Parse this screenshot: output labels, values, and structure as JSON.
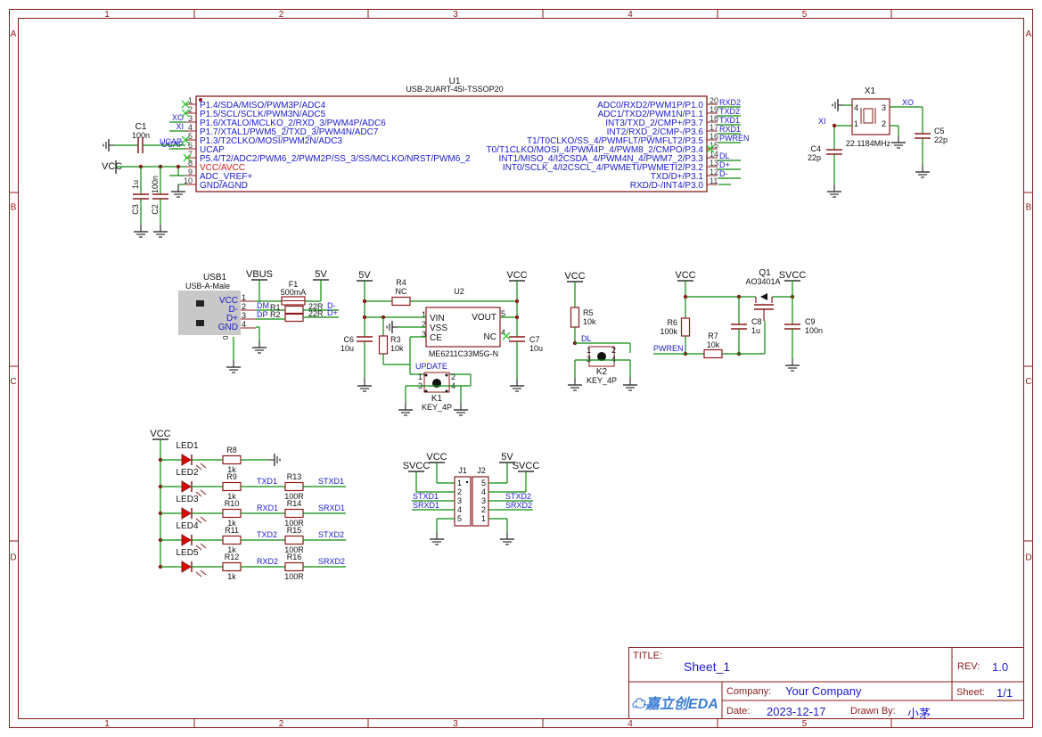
{
  "frame": {
    "cols": [
      "1",
      "2",
      "3",
      "4",
      "5"
    ],
    "rows": [
      "A",
      "B",
      "C",
      "D"
    ]
  },
  "u1": {
    "ref": "U1",
    "part": "USB-2UART-45I-TSSOP20",
    "left_pins": [
      {
        "num": "1",
        "name": "P1.4/SDA/MISO/PWM3P/ADC4",
        "net": ""
      },
      {
        "num": "2",
        "name": "P1.5/SCL/SCLK/PWM3N/ADC5",
        "net": ""
      },
      {
        "num": "3",
        "name": "P1.6/XTALO/MCLKO_2/RXD_3/PWM4P/ADC6",
        "net": "XO"
      },
      {
        "num": "4",
        "name": "P1.7/XTAL1/PWM5_2/TXD_3/PWM4N/ADC7",
        "net": "XI"
      },
      {
        "num": "5",
        "name": "P1.3/T2CLKO/MOSI/PWM2N/ADC3",
        "net": ""
      },
      {
        "num": "6",
        "name": "UCAP",
        "net": "UCAP"
      },
      {
        "num": "7",
        "name": "P5.4/T2/ADC2/PWM6_2/PWM2P/SS_3/SS/MCLKO/NRST/PWM6_2",
        "net": ""
      },
      {
        "num": "8",
        "name": "VCC/AVCC",
        "net": ""
      },
      {
        "num": "9",
        "name": "ADC_VREF+",
        "net": ""
      },
      {
        "num": "10",
        "name": "GND/AGND",
        "net": ""
      }
    ],
    "right_pins": [
      {
        "num": "20",
        "name": "ADC0/RXD2/PWM1P/P1.0",
        "net": "RXD2"
      },
      {
        "num": "19",
        "name": "ADC1/TXD2/PWM1N/P1.1",
        "net": "TXD2"
      },
      {
        "num": "18",
        "name": "INT3/TXD_2/CMP+/P3.7",
        "net": "TXD1"
      },
      {
        "num": "17",
        "name": "INT2/RXD_2/CMP-/P3.6",
        "net": "RXD1"
      },
      {
        "num": "16",
        "name": "T1/T0CLKO/SS_4/PWMFLT/PWMFLT2/P3.5",
        "net": "PWREN"
      },
      {
        "num": "15",
        "name": "T0/T1CLKO/MOSI_4/PWM4P_4/PWM8_2/CMPO/P3.4",
        "net": ""
      },
      {
        "num": "14",
        "name": "INT1/MISO_4/I2CSDA_4/PWM4N_4/PWM7_2/P3.3",
        "net": "DL"
      },
      {
        "num": "13",
        "name": "INT0/SCLK_4/I2CSCL_4/PWMETI/PWMETI2/P3.2",
        "net": "D+"
      },
      {
        "num": "12",
        "name": "TXD/D+/P3.1",
        "net": "D-"
      },
      {
        "num": "11",
        "name": "RXD/D-/INT4/P3.0",
        "net": ""
      }
    ]
  },
  "top_left": {
    "c1_ref": "C1",
    "c1_val": "100n",
    "ucap": "UCAP",
    "vcc": "VCC",
    "c3_ref": "C3",
    "c3_val": "1u",
    "c2_ref": "C2",
    "c2_val": "100n"
  },
  "crystal": {
    "ref": "X1",
    "val": "22.1184MHz",
    "xi": "XI",
    "xo": "XO",
    "pins": [
      "4",
      "3",
      "1",
      "2"
    ],
    "c4_ref": "C4",
    "c4_val": "22p",
    "c5_ref": "C5",
    "c5_val": "22p"
  },
  "usb": {
    "ref": "USB1",
    "part": "USB-A-Male",
    "pins": [
      {
        "name": "VCC",
        "num": "1"
      },
      {
        "name": "D-",
        "num": "2"
      },
      {
        "name": "D+",
        "num": "3"
      },
      {
        "name": "GND",
        "num": "4"
      }
    ],
    "shell": "0",
    "vbus": "VBUS",
    "v5": "5V",
    "f1_ref": "F1",
    "f1_val": "500mA",
    "dm": "DM",
    "dp": "DP",
    "r1": "R1",
    "r2": "R2",
    "r1_val": "22R",
    "r2_val": "22R",
    "dminus": "D-",
    "dplus": "D+"
  },
  "ldo": {
    "v5": "5V",
    "vcc": "VCC",
    "r4_ref": "R4",
    "r4_val": "NC",
    "u2": "U2",
    "pins": {
      "vin": "VIN",
      "vss": "VSS",
      "ce": "CE",
      "vout": "VOUT",
      "nc": "NC"
    },
    "pin_nums": {
      "vin": "1",
      "vss": "2",
      "ce": "3",
      "vout": "5",
      "nc": "4"
    },
    "part": "ME6211C33M5G-N",
    "c6_ref": "C6",
    "c6_val": "10u",
    "r3_ref": "R3",
    "r3_val": "10k",
    "c7_ref": "C7",
    "c7_val": "10u",
    "update": "UPDATE",
    "k1_ref": "K1",
    "k1_val": "KEY_4P",
    "k1_pins": [
      "1",
      "2",
      "3",
      "4"
    ]
  },
  "dl_key": {
    "vcc": "VCC",
    "r5_ref": "R5",
    "r5_val": "10k",
    "dl": "DL",
    "k2_ref": "K2",
    "k2_val": "KEY_4P",
    "pins": [
      "1",
      "2",
      "3",
      "4"
    ]
  },
  "power_switch": {
    "vcc": "VCC",
    "svcc": "SVCC",
    "q1_ref": "Q1",
    "q1_part": "AO3401A",
    "r6_ref": "R6",
    "r6_val": "100k",
    "r7_ref": "R7",
    "r7_val": "10k",
    "pwren": "PWREN",
    "c8_ref": "C8",
    "c8_val": "1u",
    "c9_ref": "C9",
    "c9_val": "100n"
  },
  "leds": {
    "vcc": "VCC",
    "rows": [
      {
        "led": "LED1",
        "r": "R8",
        "rv": "1k",
        "net1": "",
        "r2": "",
        "r2v": "",
        "net2": ""
      },
      {
        "led": "LED2",
        "r": "R9",
        "rv": "1k",
        "net1": "TXD1",
        "r2": "R13",
        "r2v": "100R",
        "net2": "STXD1"
      },
      {
        "led": "LED3",
        "r": "R10",
        "rv": "1k",
        "net1": "RXD1",
        "r2": "R14",
        "r2v": "100R",
        "net2": "SRXD1"
      },
      {
        "led": "LED4",
        "r": "R11",
        "rv": "1k",
        "net1": "TXD2",
        "r2": "R15",
        "r2v": "100R",
        "net2": "STXD2"
      },
      {
        "led": "LED5",
        "r": "R12",
        "rv": "1k",
        "net1": "RXD2",
        "r2": "R16",
        "r2v": "100R",
        "net2": "SRXD2"
      }
    ]
  },
  "headers": {
    "svcc_l": "SVCC",
    "vcc": "VCC",
    "v5": "5V",
    "svcc_r": "SVCC",
    "j1": "J1",
    "j2": "J2",
    "j1_pins": [
      "1",
      "2",
      "3",
      "4",
      "5"
    ],
    "j2_pins": [
      "5",
      "4",
      "3",
      "2",
      "1"
    ],
    "stxd1": "STXD1",
    "srxd1": "SRXD1",
    "stxd2": "STXD2",
    "srxd2": "SRXD2"
  },
  "title_block": {
    "title_label": "TITLE:",
    "title": "Sheet_1",
    "rev_label": "REV:",
    "rev": "1.0",
    "logo": "嘉立创EDA",
    "company_label": "Company:",
    "company": "Your Company",
    "sheet_label": "Sheet:",
    "sheet": "1/1",
    "date_label": "Date:",
    "date": "2023-12-17",
    "drawn_label": "Drawn By:",
    "drawn_by": "小茅"
  },
  "colors": {
    "wire": "#0a8a0a",
    "symbol": "#8b1a1a",
    "pin_text": "#1a1acd",
    "power": "#303030",
    "net_label": "#1a1acd",
    "frame": "#8b1a1a",
    "body_fill": "#ffffff",
    "led_fill": "#e00000",
    "no_connect": "#33cc33"
  }
}
